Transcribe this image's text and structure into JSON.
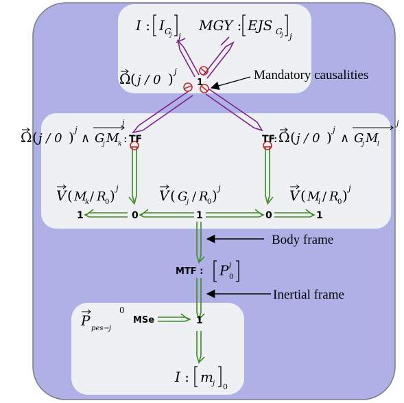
{
  "colors": {
    "outer_panel": "#aeb0e6",
    "inner_panel": "#eef0f4",
    "effort_bond": "#7a1f8a",
    "flow_bond": "#3b8a1c",
    "causal_stroke": "#c0282a",
    "annotation_arrow": "#000000"
  },
  "junctions": {
    "top_one": "1",
    "middle_one": "1",
    "left_zero": "0",
    "right_zero": "0",
    "left_one": "1",
    "right_one": "1",
    "bottom_one": "1"
  },
  "elements": {
    "tf_left": "TF",
    "tf_right": "TF",
    "mtf": "MTF",
    "mse": "MSe"
  },
  "annotations": {
    "mandatory_causalities": "Mandatory causalities",
    "body_frame": "Body frame",
    "inertial_frame": "Inertial frame"
  },
  "labels": {
    "inertia_I": "I",
    "inertia_G": "G",
    "inertia_j": "j",
    "mgy": "MGY",
    "ejs": "EJS",
    "omega": "Ω",
    "j_over_0": "j / 0",
    "sup_j": "j",
    "gj": "G",
    "mk": "M",
    "ml": "M",
    "k": "k",
    "l": "l",
    "v": "V",
    "r0": "R",
    "zero": "0",
    "p0j": "P",
    "p": "P",
    "pes": "pes→j",
    "mass_m": "m"
  }
}
